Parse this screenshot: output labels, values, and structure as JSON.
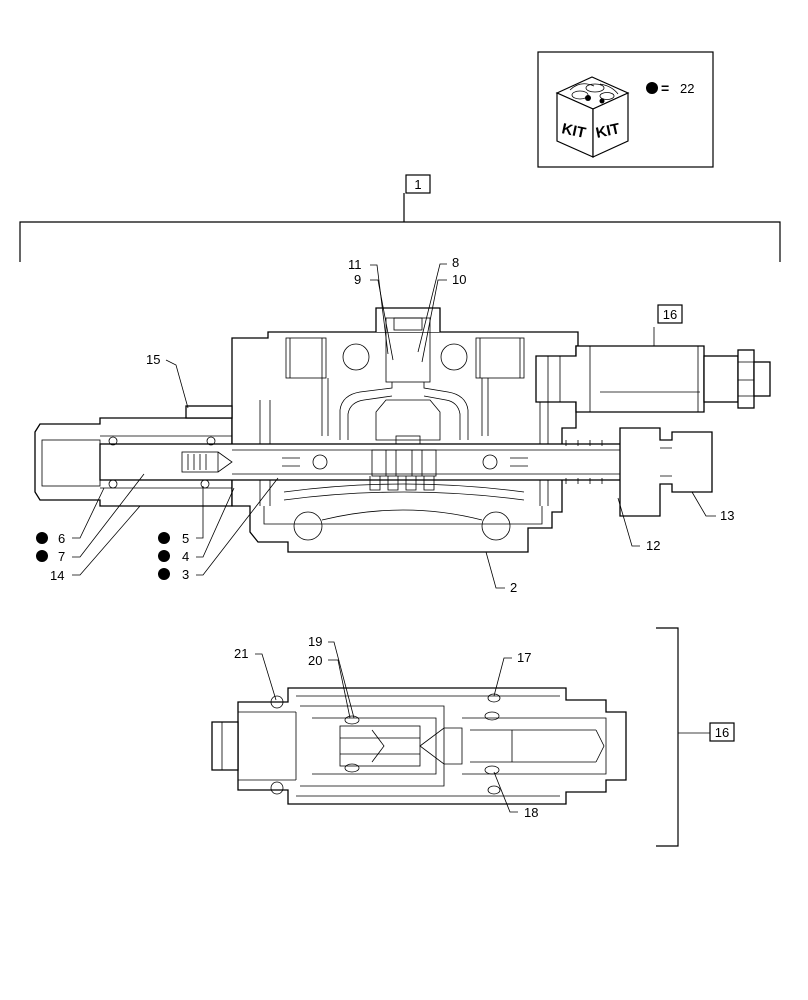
{
  "kit_legend": {
    "kit_text_left": "KIT",
    "kit_text_right": "KIT",
    "equals": "=",
    "kit_ref": "22"
  },
  "assembly_ref": "1",
  "relief_valve_ref": "16",
  "relief_valve_ref_detail": "16",
  "callouts": {
    "c2": "2",
    "c3": "3",
    "c4": "4",
    "c5": "5",
    "c6": "6",
    "c7": "7",
    "c8": "8",
    "c9": "9",
    "c10": "10",
    "c11": "11",
    "c12": "12",
    "c13": "13",
    "c14": "14",
    "c15": "15",
    "c17": "17",
    "c18": "18",
    "c19": "19",
    "c20": "20",
    "c21": "21"
  },
  "kit_member_refs": [
    "3",
    "4",
    "5",
    "6",
    "7"
  ]
}
